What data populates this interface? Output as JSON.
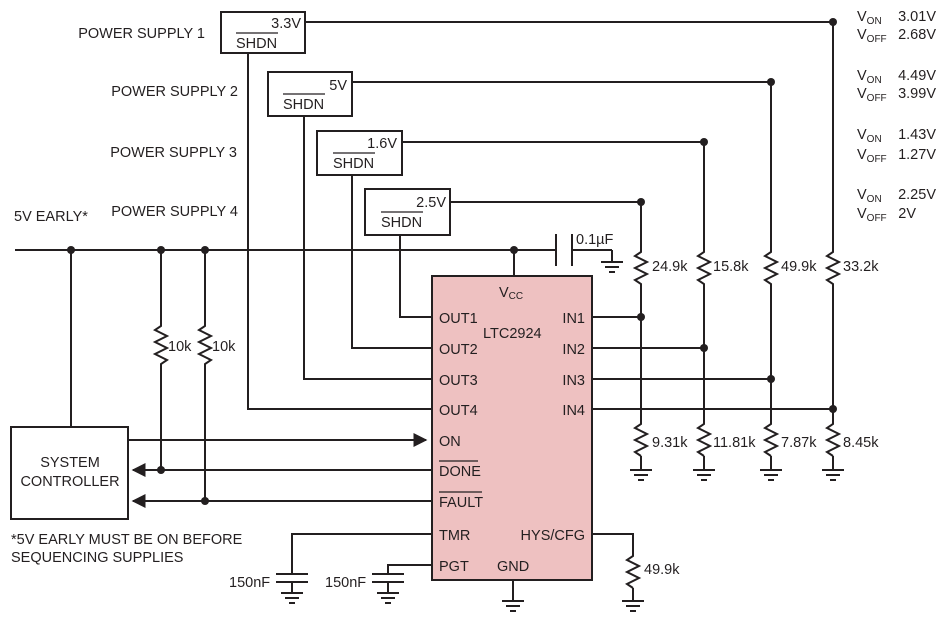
{
  "supplies": [
    {
      "label": "POWER SUPPLY 1",
      "voltage": "3.3V",
      "shdn": "SHDN",
      "von": "3.01V",
      "voff": "2.68V"
    },
    {
      "label": "POWER SUPPLY 2",
      "voltage": "5V",
      "shdn": "SHDN",
      "von": "4.49V",
      "voff": "3.99V"
    },
    {
      "label": "POWER SUPPLY 3",
      "voltage": "1.6V",
      "shdn": "SHDN",
      "von": "1.43V",
      "voff": "1.27V"
    },
    {
      "label": "POWER SUPPLY 4",
      "voltage": "2.5V",
      "shdn": "SHDN",
      "von": "2.25V",
      "voff": "2V"
    }
  ],
  "v_on": {
    "main": "V",
    "sub": "ON"
  },
  "v_off": {
    "main": "V",
    "sub": "OFF"
  },
  "early_label": "5V EARLY*",
  "capacitor": "0.1µF",
  "pullups": [
    "10k",
    "10k"
  ],
  "top_resistors": [
    "24.9k",
    "15.8k",
    "49.9k",
    "33.2k"
  ],
  "bottom_resistors": [
    "9.31k",
    "11.81k",
    "7.87k",
    "8.45k"
  ],
  "hys_resistor": "49.9k",
  "timing_caps": [
    "150nF",
    "150nF"
  ],
  "chip": {
    "name": "LTC2924",
    "vcc_main": "V",
    "vcc_sub": "CC",
    "left_pins": [
      "OUT1",
      "OUT2",
      "OUT3",
      "OUT4",
      "ON",
      "DONE",
      "FAULT",
      "TMR",
      "PGT"
    ],
    "right_pins": [
      "IN1",
      "IN2",
      "IN3",
      "IN4",
      "HYS/CFG"
    ],
    "gnd": "GND"
  },
  "controller": {
    "line1": "SYSTEM",
    "line2": "CONTROLLER"
  },
  "footnote": {
    "line1": "*5V EARLY MUST BE ON BEFORE",
    "line2": "SEQUENCING SUPPLIES"
  }
}
